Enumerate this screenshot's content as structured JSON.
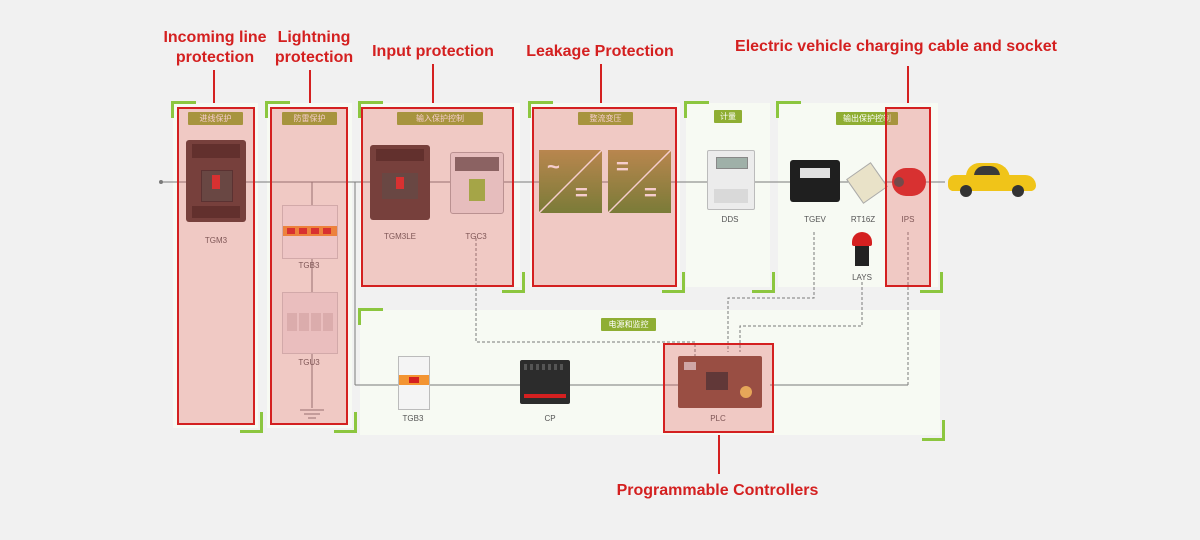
{
  "callouts": {
    "incoming": [
      "Incoming line",
      "protection"
    ],
    "lightning": [
      "Lightning",
      "protection"
    ],
    "input": "Input protection",
    "leakage": "Leakage Protection",
    "ev": "Electric vehicle charging cable and socket",
    "plc": "Programmable Controllers"
  },
  "section_tags": {
    "incoming": "进线保护",
    "lightning": "防雷保护",
    "input": "输入保护控制",
    "leakage": "整流变压",
    "metering": "计量",
    "output": "输出保护控制",
    "power": "电源和监控"
  },
  "components": {
    "tgm3": "TGM3",
    "tgb3_top": "TGB3",
    "tgu3": "TGU3",
    "tgm3le": "TGM3LE",
    "tgc3": "TGC3",
    "dds": "DDS",
    "tgev": "TGEV",
    "rt16z": "RT16Z",
    "lays": "LAYS",
    "ips": "IPS",
    "tgb3_bottom": "TGB3",
    "cp": "CP",
    "plc": "PLC"
  },
  "rectifier_symbols": {
    "ac": "~",
    "dc": "="
  },
  "colors": {
    "accent_red": "#d42020",
    "panel_green": "#8cc63f",
    "tag_green": "#8fae33"
  }
}
